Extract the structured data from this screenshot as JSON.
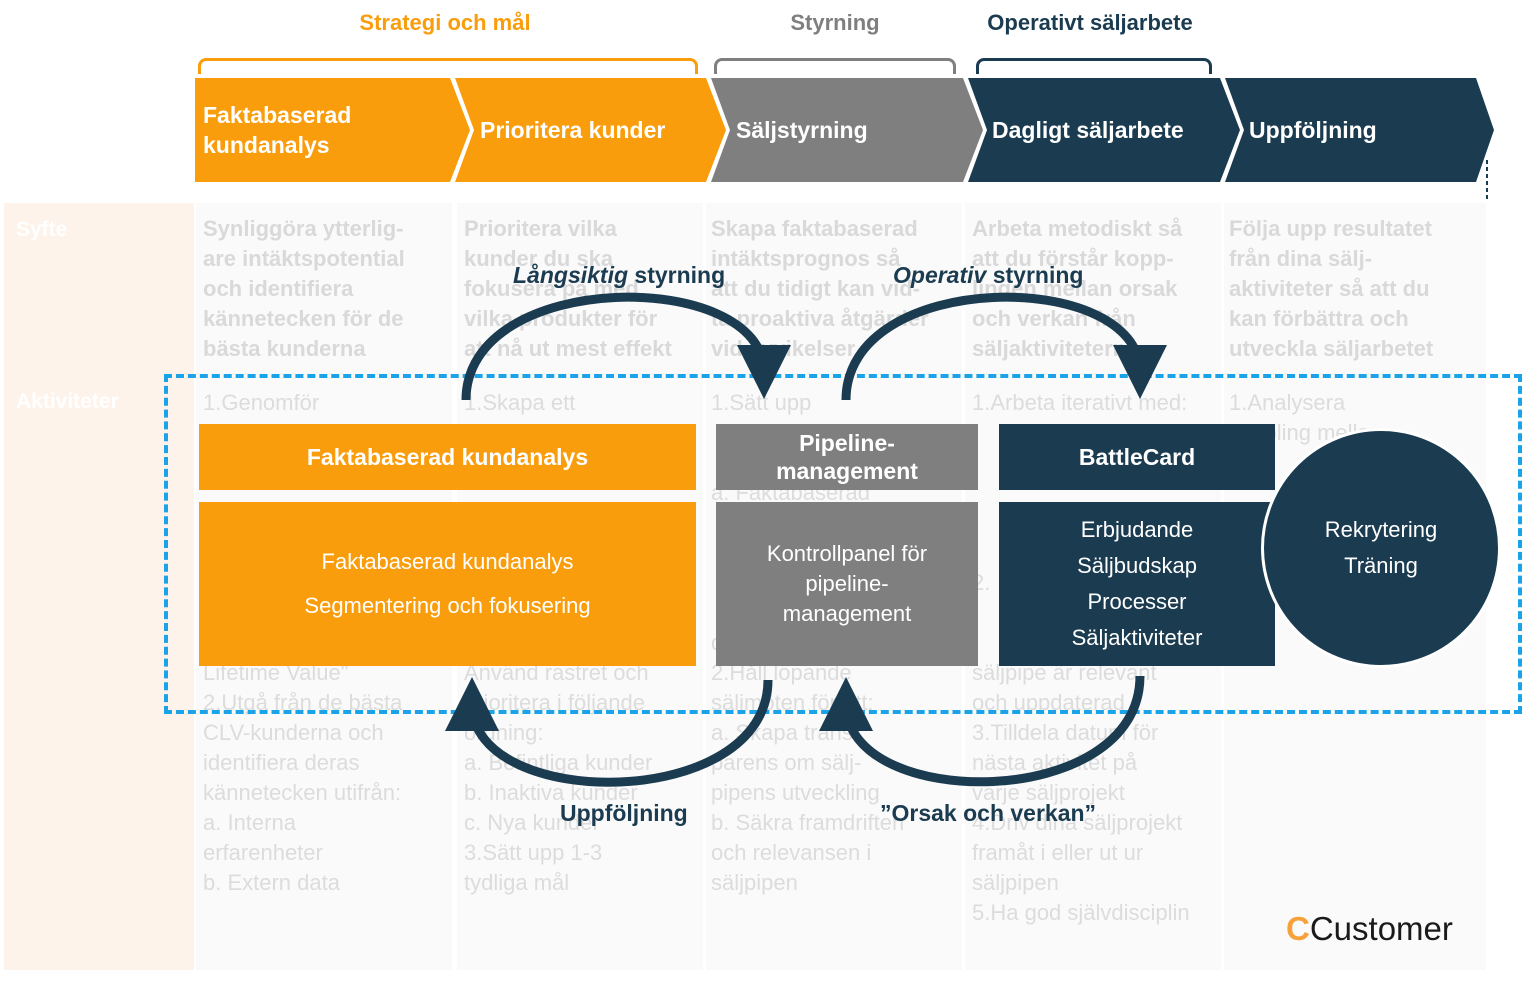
{
  "colors": {
    "orange": "#f99d0c",
    "gray": "#7f7f7f",
    "navy": "#1b3b50",
    "dashed_blue": "#1aa3e8",
    "brand_orange": "#f7a13a"
  },
  "groups": [
    {
      "label": "Strategi och mål",
      "color": "#f99d0c"
    },
    {
      "label": "Styrning",
      "color": "#7f7f7f"
    },
    {
      "label": "Operativt säljarbete",
      "color": "#1b3b50"
    }
  ],
  "stages": [
    {
      "line1": "Faktabaserad",
      "line2": "kundanalys"
    },
    {
      "line1": "Prioritera kunder",
      "line2": ""
    },
    {
      "line1": "Säljstyrning",
      "line2": ""
    },
    {
      "line1": "Dagligt säljarbete",
      "line2": ""
    },
    {
      "line1": "Uppföljning",
      "line2": ""
    }
  ],
  "background_table": {
    "row_labels": {
      "syfte": "Syfte",
      "aktiviteter": "Aktiviteter"
    },
    "syfte": [
      "Synliggöra ytterlig-\nare intäktspotential\noch identifiera\nkännetecken för de\nbästa kunderna",
      "Prioritera vilka\nkunder du ska\nfokusera på med\nvilka produkter för\natt nå ut mest effekt",
      "Skapa faktabaserad\nintäktsprognos så\natt du tidigt kan vid-\nta proaktiva åtgärder\nvid avvikelser",
      "Arbeta metodiskt så\natt du förstår kopp-\nlingen mellan orsak\noch verkan från\nsäljaktiviteterna",
      "Följa upp resultatet\nfrån dina sälj-\naktiviteter så att du\nkan förbättra och\nutveckla säljarbetet"
    ],
    "aktiviteter": [
      "1.Genomför\n\n  fyra perspektiv:\n\n\n\n\n\n  d. CLV \"Customer\n      Lifetime Value\"\n2.Utgå från de bästa\n   CLV-kunderna och\n   identifiera deras\n   kännetecken utifrån:\n   a. Interna\n       erfarenheter\n   b. Extern data",
      "1.Skapa ett\n\n  snabbt kan\n\n\n\n\n\n\n   Använd rastret och\n   prioritera i följande\n   ordning:\n   a. Befintliga kunder\n   b. Inaktiva kunder\n   c. Nya kunder\n3.Sätt upp 1-3\n   tydliga mål",
      "1.Sätt upp\n\n\n  a. Faktabaserad\n\n\n\n\n  d. Kvalitet\n2.Håll löpande\n   säljmöten för att:\n   a. Skapa trans-\n       parens om sälj-\n       pipens utveckling\n   b. Säkra framdriften\n       och relevansen i\n       säljpipen",
      "1.Arbeta iterativt med:\n\n\n\n\n\n2.\n\n\n   säljpipe är relevant\n   och uppdaterad\n3.Tilldela datum för\n   nästa aktivitet på\n   varje säljprojekt\n4.Driv dina säljprojekt\n   framåt i eller ut ur\n   säljpipen\n5.Ha god självdisciplin",
      "1.Analysera\n   koppling mellan\n\n\n\n\n\n\n\n"
    ]
  },
  "loops": {
    "top_left": {
      "italic": "Långsiktig",
      "rest": " styrning"
    },
    "top_right": {
      "italic": "Operativ",
      "rest": " styrning"
    },
    "bottom_left": "Uppföljning",
    "bottom_right": "”Orsak och verkan”"
  },
  "boxes": {
    "kundanalys_header": "Faktabaserad kundanalys",
    "kundanalys_body": [
      "Faktabaserad kundanalys",
      "Segmentering och fokusering"
    ],
    "pipeline_header": [
      "Pipeline-",
      "management"
    ],
    "pipeline_body": [
      "Kontrollpanel för",
      "pipeline-",
      "management"
    ],
    "battlecard_header": "BattleCard",
    "battlecard_body": [
      "Erbjudande",
      "Säljbudskap",
      "Processer",
      "Säljaktiviteter"
    ],
    "circle": [
      "Rekrytering",
      "Träning"
    ]
  },
  "logo": {
    "mark": "C",
    "text": "Customer"
  }
}
